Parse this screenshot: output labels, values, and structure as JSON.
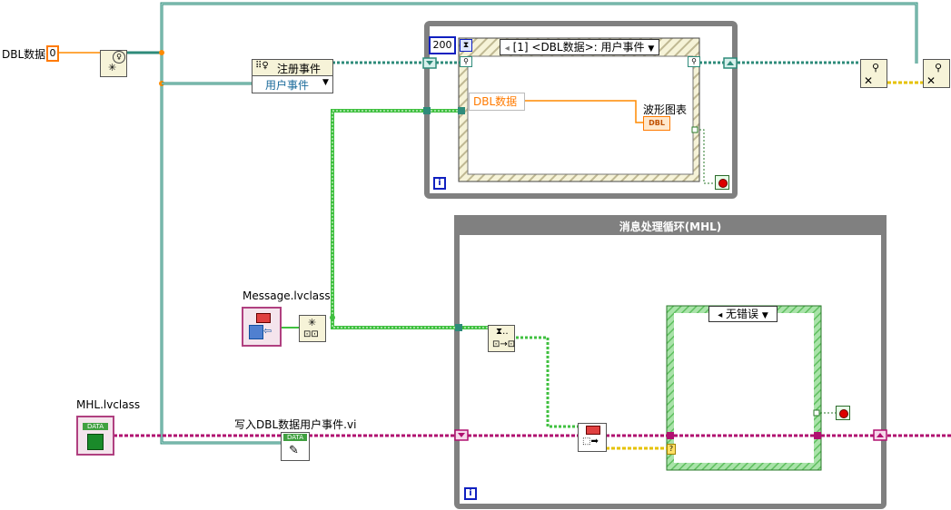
{
  "labels": {
    "dbl_control": "DBL数据",
    "dbl_value": "0",
    "register_events": "注册事件",
    "user_event": "用户事件",
    "timeout_value": "200",
    "event_case_selector": "[1] <DBL数据>: 用户事件",
    "dbl_event_data": "DBL数据",
    "waveform_chart": "波形图表",
    "dbl_indicator": "DBL",
    "mhl_title": "消息处理循环(MHL)",
    "message_class": "Message.lvclass",
    "mhl_class": "MHL.lvclass",
    "write_vi": "写入DBL数据用户事件.vi",
    "no_error": "无错误",
    "loop_index": "i",
    "data_tag": "DATA",
    "unknown": "?"
  },
  "colors": {
    "wire_cluster_teal": "#2e8b7a",
    "wire_class_green": "#40c040",
    "wire_class_magenta": "#b01070",
    "wire_error_yellow": "#e6c200",
    "wire_double_orange": "#ff8a00",
    "loop_frame": "#808080",
    "numeric_border": "#ff7a00"
  }
}
